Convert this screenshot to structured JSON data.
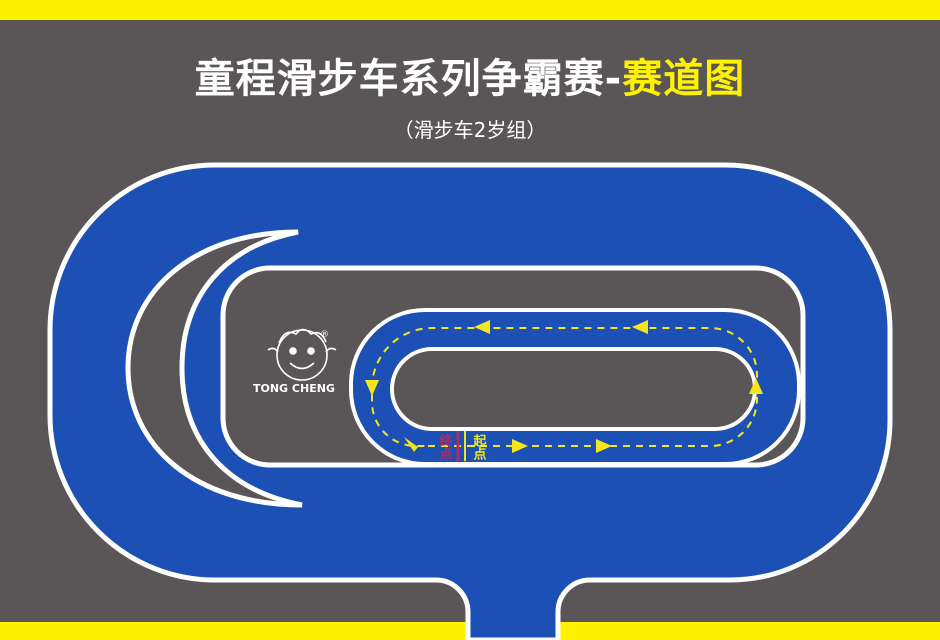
{
  "header": {
    "title_main": "童程滑步车系列争霸赛-",
    "title_accent": "赛道图",
    "subtitle": "（滑步车2岁组）"
  },
  "logo": {
    "brand": "TONG CHENG",
    "mark": "®"
  },
  "track": {
    "finish_label": "终点",
    "start_label": "起点"
  },
  "colors": {
    "background": "#5a5658",
    "band": "#fef200",
    "track_blue": "#1d50b4",
    "lane_line": "#ffffff",
    "arrow": "#f5e61a",
    "finish": "#b52a5a"
  }
}
